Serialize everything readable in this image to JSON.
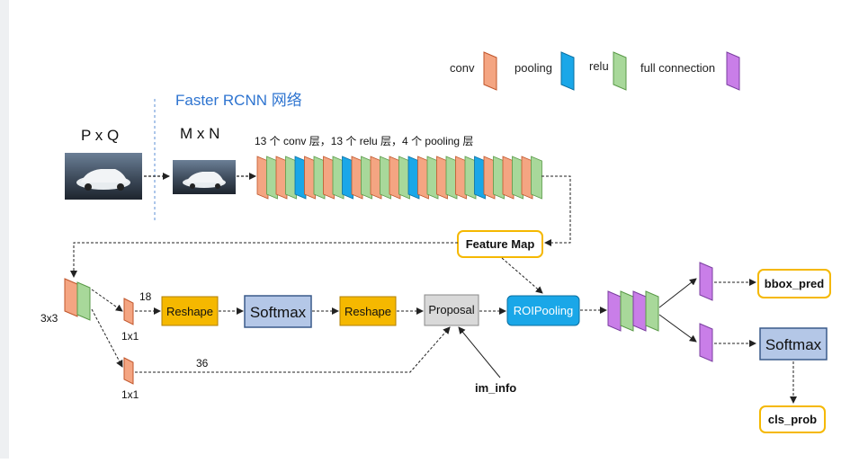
{
  "legend": {
    "conv": "conv",
    "pooling": "pooling",
    "relu": "relu",
    "full_connection": "full connection"
  },
  "colors": {
    "conv": "#f4a582",
    "pooling": "#1aa7e8",
    "relu": "#a8d89a",
    "fc": "#c97ee8",
    "orange_box": "#f5b800",
    "blue_box": "#b4c7e7",
    "proposal": "#d9d9d9",
    "roi": "#1aa7e8",
    "label_border": "#f5b800",
    "text_blue": "#2e74d0"
  },
  "network_title": "Faster RCNN 网络",
  "input_label": "P x Q",
  "resized_label": "M x N",
  "backbone_caption": "13 个 conv 层，13 个 relu 层，4 个 pooling 层",
  "backbone_sequence": [
    "c",
    "r",
    "c",
    "r",
    "p",
    "c",
    "r",
    "c",
    "r",
    "p",
    "c",
    "r",
    "c",
    "r",
    "c",
    "r",
    "p",
    "c",
    "r",
    "c",
    "r",
    "c",
    "r",
    "p",
    "c",
    "r",
    "c",
    "r",
    "c",
    "r"
  ],
  "feature_map": "Feature Map",
  "rpn": {
    "kernel_3x3": "3x3",
    "kernel_1x1_top": "1x1",
    "kernel_1x1_bottom": "1x1",
    "channels_top": "18",
    "channels_bottom": "36",
    "reshape_1": "Reshape",
    "softmax": "Softmax",
    "reshape_2": "Reshape",
    "proposal": "Proposal",
    "im_info": "im_info"
  },
  "roi_pooling": "ROIPooling",
  "outputs": {
    "bbox_pred": "bbox_pred",
    "softmax": "Softmax",
    "cls_prob": "cls_prob"
  }
}
